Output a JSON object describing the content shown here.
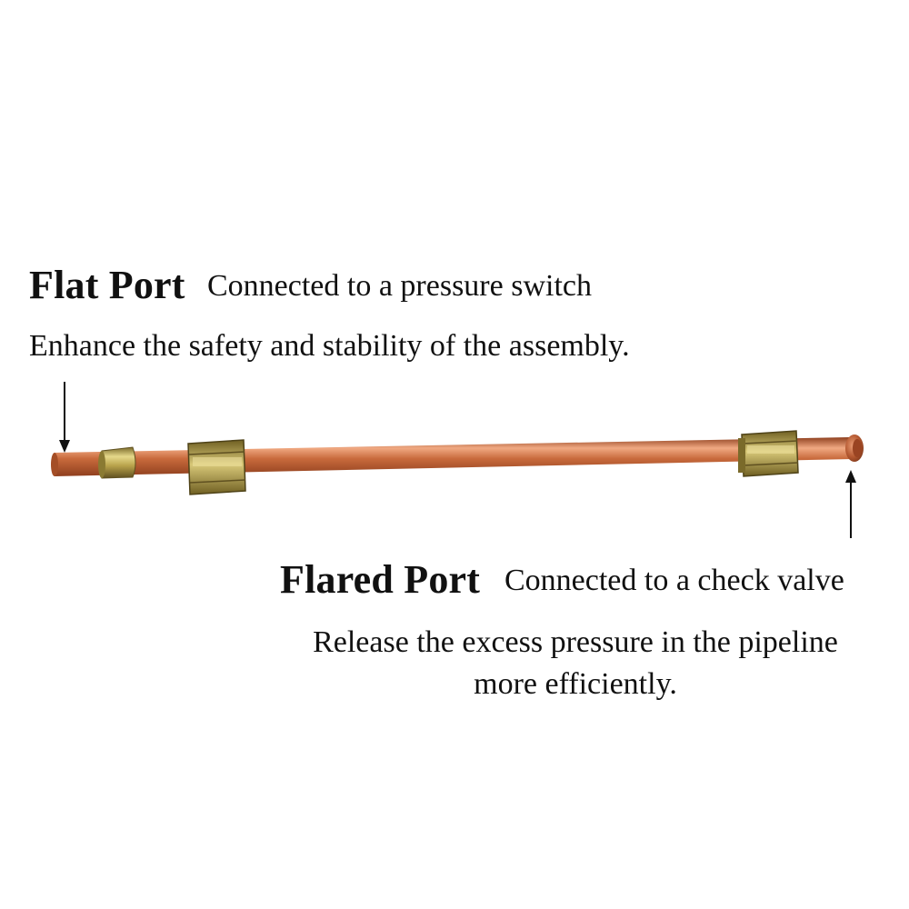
{
  "flat_port": {
    "title": "Flat Port",
    "connection": "Connected to a pressure switch",
    "description": "Enhance the safety and stability of the assembly."
  },
  "flared_port": {
    "title": "Flared Port",
    "connection": "Connected to a check valve",
    "description_line1": "Release the excess pressure in the pipeline",
    "description_line2": "more efficiently."
  },
  "colors": {
    "copper": "#c86a3c",
    "copper_highlight": "#f0a982",
    "copper_shadow": "#8f3f1e",
    "brass": "#b8a24a",
    "brass_dark": "#6f5f22",
    "brass_light": "#e6d98a",
    "text": "#111111"
  }
}
